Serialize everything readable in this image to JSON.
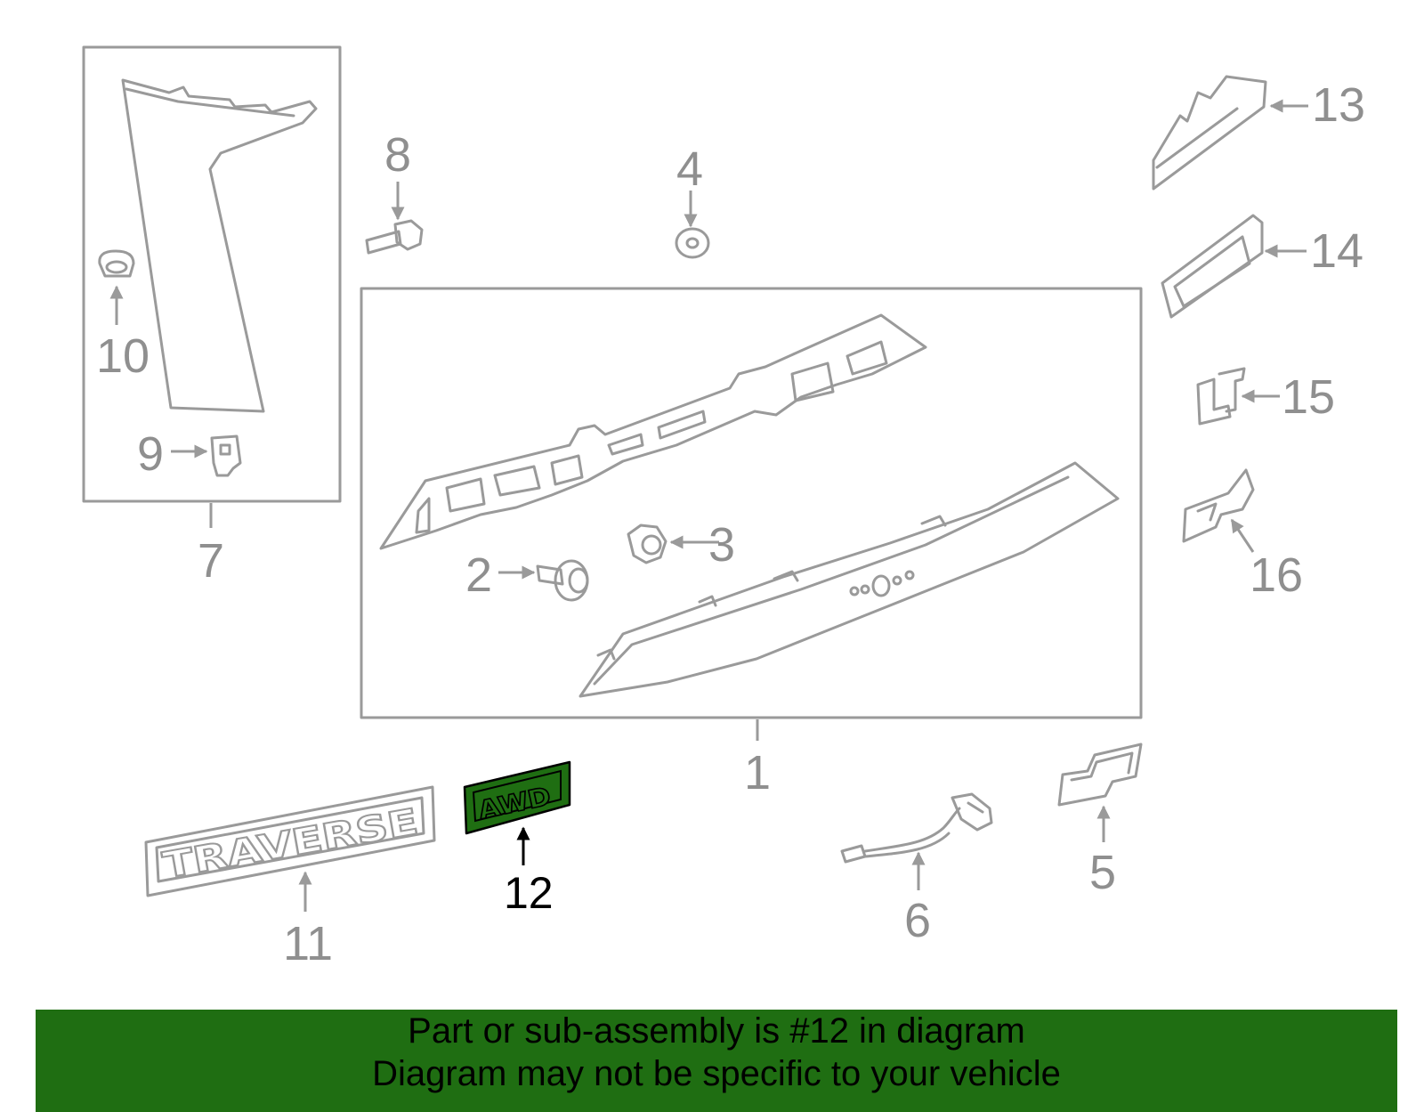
{
  "diagram": {
    "callouts": [
      "1",
      "2",
      "3",
      "4",
      "5",
      "6",
      "7",
      "8",
      "9",
      "10",
      "11",
      "12",
      "13",
      "14",
      "15",
      "16"
    ],
    "highlighted_callout": "12",
    "badges": {
      "traverse": "TRAVERSE",
      "awd": "AWD"
    },
    "colors": {
      "line": "#9a9a9a",
      "label": "#8f8f8f",
      "highlight_fill": "#1f6e12",
      "banner": "#1f6e12"
    }
  },
  "banner": {
    "line1": "Part or sub-assembly is #12 in diagram",
    "line2": "Diagram may not be specific to your vehicle"
  }
}
